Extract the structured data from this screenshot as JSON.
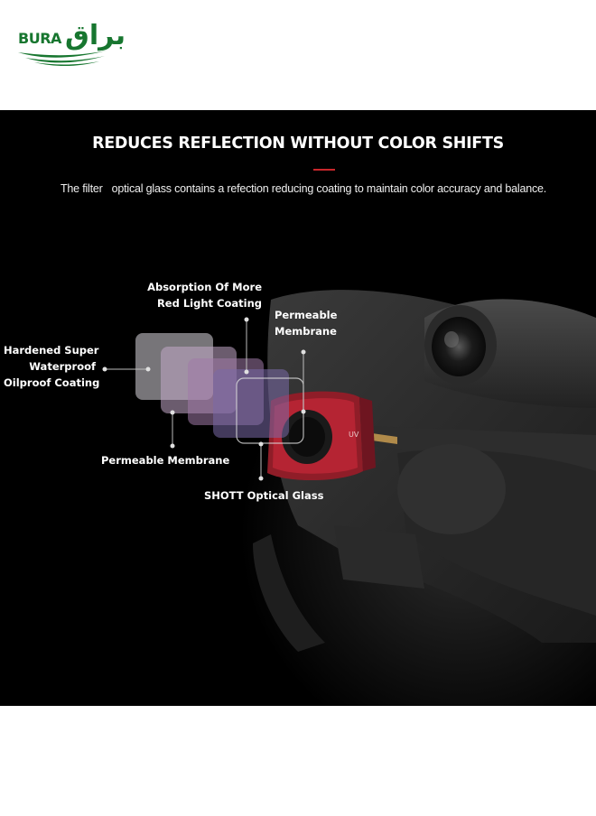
{
  "brand": {
    "latin": "BURA",
    "arabic": "براق",
    "colors": {
      "green": "#17762f"
    }
  },
  "panel": {
    "headline": "REDUCES REFLECTION WITHOUT COLOR SHIFTS",
    "subline_start": "The filter",
    "subline_end": "optical glass contains a refection reducing coating to maintain color accuracy and balance.",
    "accent_color": "#c8262b"
  },
  "callouts": {
    "absorption_line1": "Absorption Of More",
    "absorption_line2": "Red Light Coating",
    "permeable_top_line1": "Permeable",
    "permeable_top_line2": "Membrane",
    "hardened_line1": "Hardened Super",
    "hardened_line2": "Waterproof",
    "hardened_line3": "Oilproof Coating",
    "permeable_bottom": "Permeable Membrane",
    "schott": "SHOTT Optical Glass"
  },
  "filter_mount_label": "UV"
}
